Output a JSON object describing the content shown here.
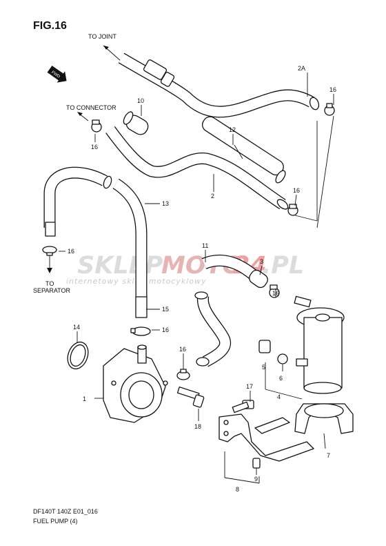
{
  "header": {
    "title": "FIG.16"
  },
  "directions": {
    "to_joint": "TO JOINT",
    "to_connector": "TO CONNECTOR",
    "to_separator_line1": "TO",
    "to_separator_line2": "SEPARATOR",
    "fwd": "FWD"
  },
  "callouts": {
    "p1": "1",
    "p2": "2",
    "p2a": "2A",
    "p3": "3",
    "p4": "4",
    "p5": "5",
    "p6": "6",
    "p7": "7",
    "p8": "8",
    "p9": "9",
    "p10": "10",
    "p11": "11",
    "p12": "12",
    "p13": "13",
    "p14": "14",
    "p15": "15",
    "p16": "16",
    "p17": "17",
    "p18": "18"
  },
  "watermark": {
    "brand_a": "SKLEP",
    "brand_b": "MOTO",
    "brand_c": "24",
    "brand_d": ".PL",
    "tagline": "internetowy sklep motocyklowy",
    "color_grey": "#d9d9d9",
    "color_red": "#f2b8b8"
  },
  "footer": {
    "code": "DF140T 140Z E01_016",
    "caption": "FUEL PUMP (4)"
  }
}
